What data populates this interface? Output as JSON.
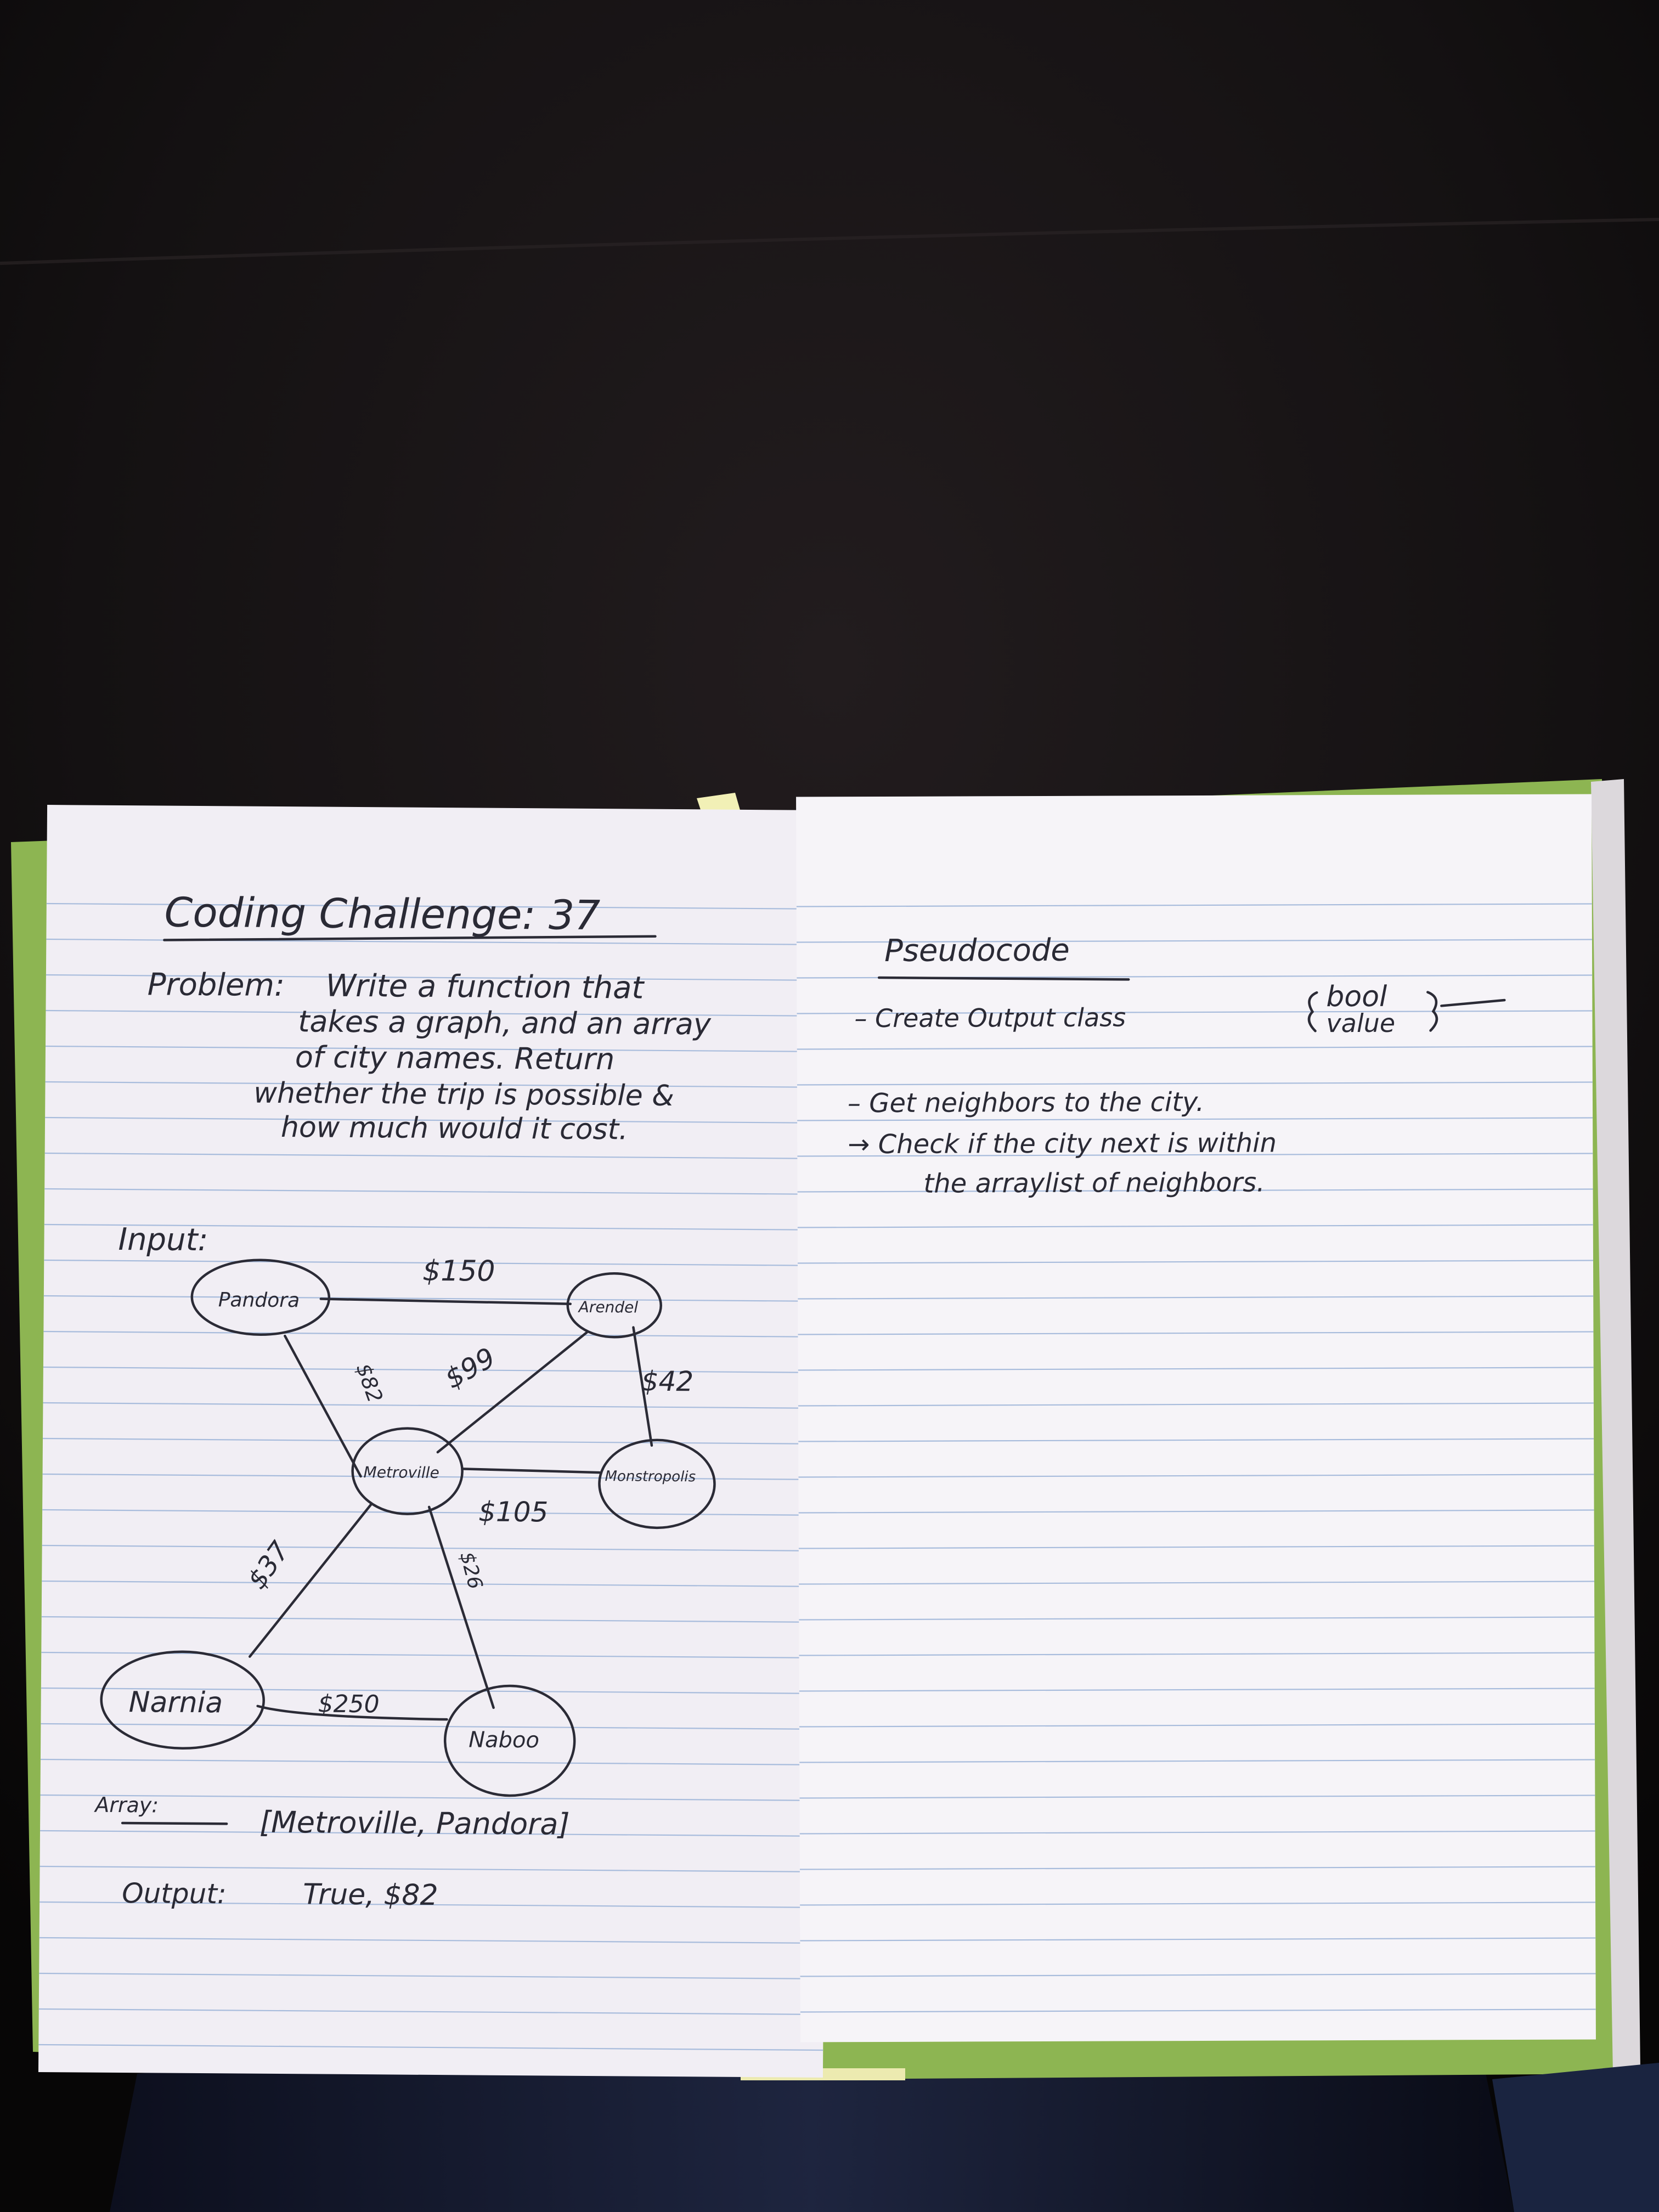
{
  "left_page": {
    "title": "Coding Challenge: 37",
    "problem_label": "Problem:",
    "problem_lines": [
      "Write a function that",
      "takes a graph, and an array",
      "of city names. Return",
      "whether the trip is possible &",
      "how much would it cost."
    ],
    "input_label": "Input:",
    "graph": {
      "nodes": [
        "Pandora",
        "Arendel",
        "Metroville",
        "Monstropolis",
        "Narnia",
        "Naboo"
      ],
      "edges": [
        {
          "from": "Pandora",
          "to": "Arendel",
          "label": "$150"
        },
        {
          "from": "Pandora",
          "to": "Metroville",
          "label": "$82"
        },
        {
          "from": "Arendel",
          "to": "Metroville",
          "label": "$99"
        },
        {
          "from": "Arendel",
          "to": "Monstropolis",
          "label": "$42"
        },
        {
          "from": "Metroville",
          "to": "Monstropolis",
          "label": "$105"
        },
        {
          "from": "Metroville",
          "to": "Narnia",
          "label": "$37"
        },
        {
          "from": "Metroville",
          "to": "Naboo",
          "label": "$26"
        },
        {
          "from": "Narnia",
          "to": "Naboo",
          "label": "$250"
        }
      ]
    },
    "array_label": "Array:",
    "array_value": "[Metroville, Pandora]",
    "output_label": "Output:",
    "output_value": "True, $82"
  },
  "right_page": {
    "heading": "Pseudocode",
    "lines": [
      "– Create Output class",
      "– Get neighbors to the city.",
      "→ Check if the city next is within",
      "the arraylist of neighbors."
    ],
    "class_fields": [
      "bool",
      "value"
    ]
  },
  "colors": {
    "ink": "#2b2b36",
    "rule_line": "#9fb4d6",
    "cover_green": "#8cb44f",
    "paper": "#f3f0f5"
  }
}
